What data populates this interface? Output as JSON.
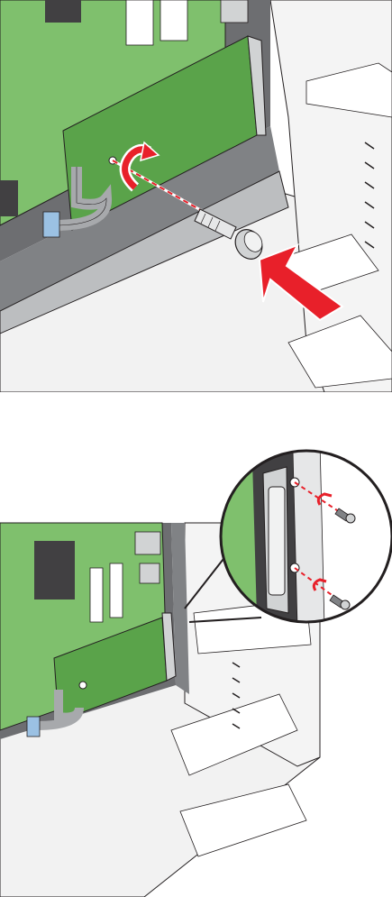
{
  "figure": {
    "steps": [
      {
        "id": "step-install-thumbscrew",
        "action": "insert-and-tighten-thumbscrew"
      },
      {
        "id": "step-attach-connector-screws",
        "action": "attach-two-screws-to-connector-bracket"
      }
    ]
  },
  "colors": {
    "board_green": "#7fc06d",
    "board_green_dark": "#5aa34a",
    "frame_gray": "#6d6e71",
    "chassis_light": "#f2f2f2",
    "line": "#231f20",
    "arrow_red": "#e8202a"
  },
  "icons": [
    "rotate-arrow-icon",
    "insert-arrow-icon",
    "thumbscrew-icon",
    "screw-icon",
    "magnifier-callout"
  ]
}
